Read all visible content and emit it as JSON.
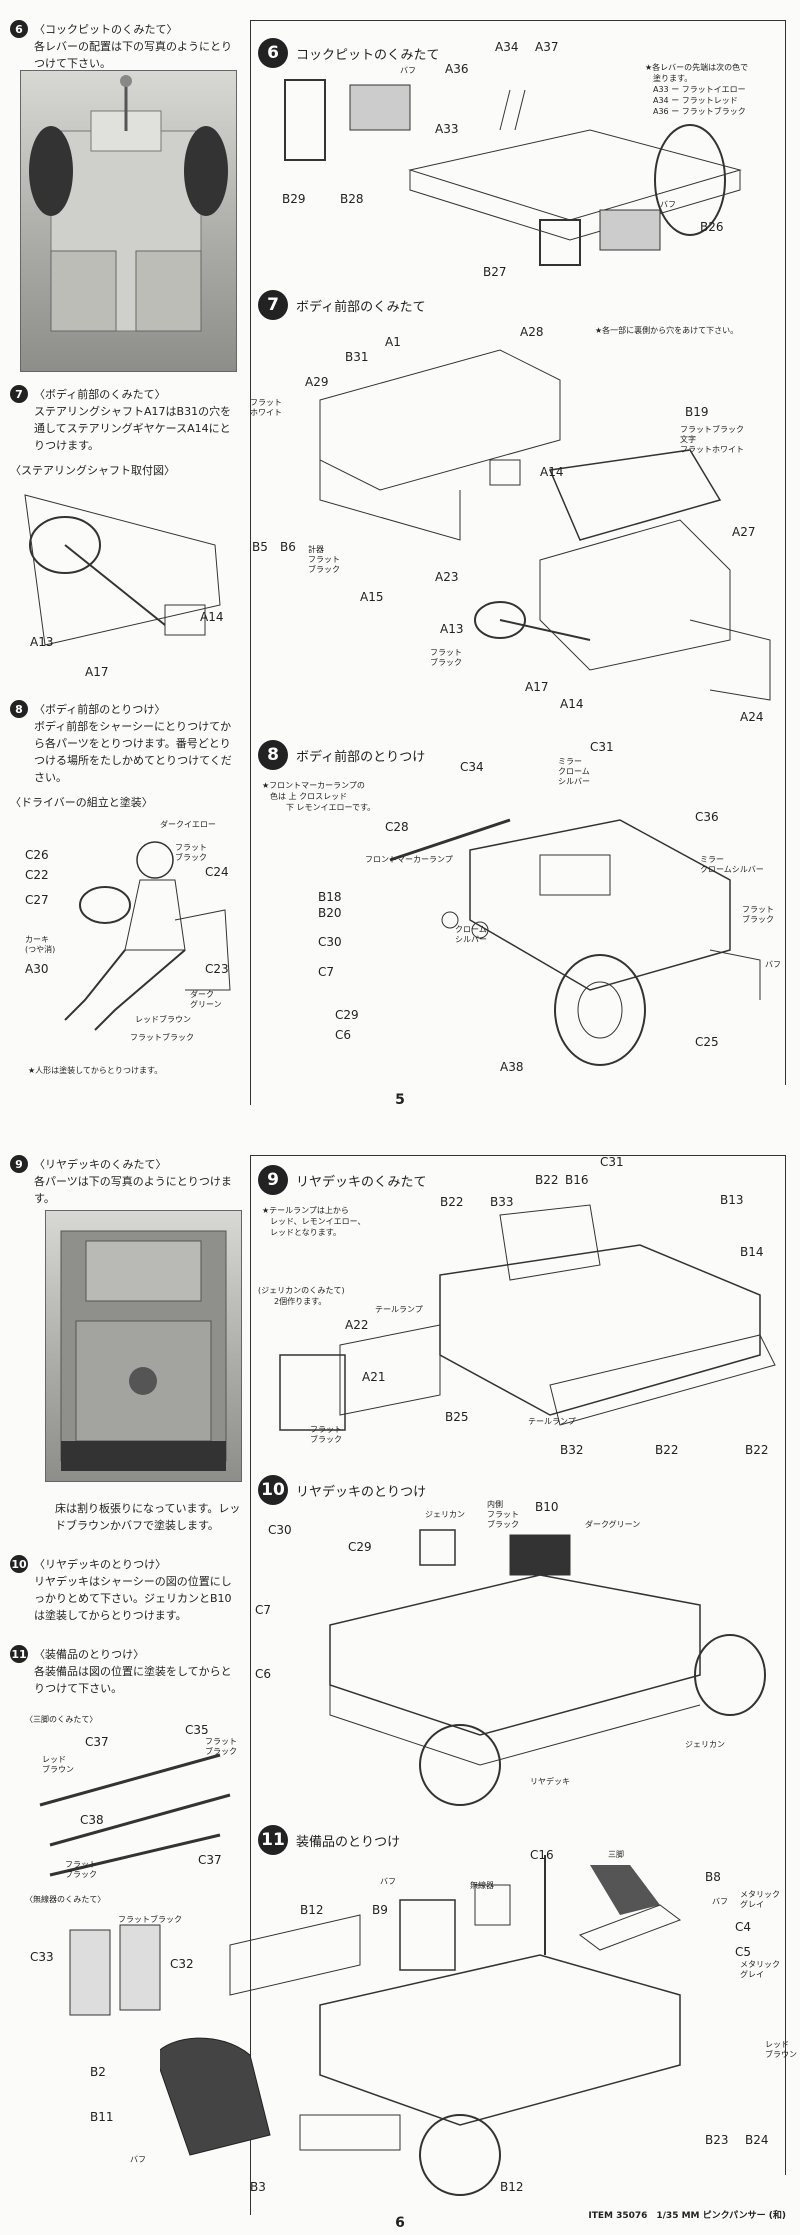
{
  "page5": {
    "page_number": "5",
    "left": {
      "s6": {
        "num": "6",
        "title": "〈コックピットのくみたて〉",
        "text": "各レバーの配置は下の写真のようにとりつけて下さい。"
      },
      "s7": {
        "num": "7",
        "title": "〈ボディ前部のくみたて〉",
        "text": "ステアリングシャフトA17はB31の穴を通してステアリングギヤケースA14にとりつけます。",
        "sub": "〈ステアリングシャフト取付図〉",
        "labels": [
          "A14",
          "A13",
          "A17"
        ]
      },
      "s8": {
        "num": "8",
        "title": "〈ボディ前部のとりつけ〉",
        "text": "ボディ前部をシャーシーにとりつけてから各パーツをとりつけます。番号どとりつける場所をたしかめてとりつけてください。",
        "sub": "〈ドライバーの組立と塗装〉",
        "labels": [
          "C26",
          "C22",
          "C27",
          "A30",
          "C24",
          "C23"
        ],
        "colors": [
          "ダークイエロー",
          "フラット\nブラック",
          "カーキ\n(つや消)",
          "ダーク\nグリーン",
          "レッドブラウン",
          "フラットブラック"
        ],
        "note": "★人形は塗装してからとりつけます。"
      }
    },
    "step6": {
      "num": "6",
      "title": "コックピットのくみたて",
      "labels": [
        "A34",
        "A37",
        "A36",
        "A33",
        "B29",
        "B28",
        "B26",
        "B27"
      ],
      "small": [
        "バフ",
        "バフ"
      ],
      "note": "★各レバーの先端は次の色で\n　塗ります。\n　A33 ー フラットイエロー\n　A34 ー フラットレッド\n　A36 ー フラットブラック"
    },
    "step7": {
      "num": "7",
      "title": "ボディ前部のくみたて",
      "note": "★各一部に裏側から穴をあけて下さい。",
      "labels": [
        "A1",
        "A28",
        "B31",
        "A29",
        "B19",
        "A14",
        "B5",
        "B6",
        "A15",
        "A27",
        "A23",
        "A13",
        "A17",
        "A14",
        "A24"
      ],
      "small": [
        "フラット\nホワイト",
        "計器\nフラット\nブラック",
        "フラットブラック\n文字\nフラットホワイト",
        "フラット\nブラック"
      ]
    },
    "step8": {
      "num": "8",
      "title": "ボディ前部のとりつけ",
      "note": "★フロントマーカーランプの\n　色は 上 クロスレッド\n　　　下 レモンイエローです。",
      "labels": [
        "C31",
        "C34",
        "C36",
        "C28",
        "B18",
        "B20",
        "C30",
        "C7",
        "C29",
        "C6",
        "A38",
        "C25"
      ],
      "small": [
        "ミラー\nクローム\nシルバー",
        "フロントマーカーランプ",
        "クローム\nシルバー",
        "ミラー\nクロームシルバー",
        "フラット\nブラック",
        "バフ"
      ]
    }
  },
  "page6": {
    "page_number": "6",
    "left": {
      "s9": {
        "num": "9",
        "title": "〈リヤデッキのくみたて〉",
        "text": "各パーツは下の写真のようにとりつけます。",
        "caption": "床は割り板張りになっています。レッドブラウンかバフで塗装します。"
      },
      "s10": {
        "num": "10",
        "title": "〈リヤデッキのとりつけ〉",
        "text": "リヤデッキはシャーシーの図の位置にしっかりとめて下さい。ジェリカンとB10は塗装してからとりつけます。"
      },
      "s11": {
        "num": "11",
        "title": "〈装備品のとりつけ〉",
        "text": "各装備品は図の位置に塗装をしてからとりつけて下さい。",
        "sub1": "〈三脚のくみたて〉",
        "sub2": "〈無線器のくみたて〉",
        "labels": [
          "C37",
          "C35",
          "C38",
          "C37",
          "C33",
          "C32"
        ],
        "colors": [
          "レッド\nブラウン",
          "フラット\nブラック",
          "フラット\nブラック",
          "フラットブラック"
        ]
      }
    },
    "step9": {
      "num": "9",
      "title": "リヤデッキのくみたて",
      "note": "★テールランプは上から\n　レッド、レモンイエロー、\n　レッドとなります。",
      "jerry_note": "(ジェリカンのくみたて)\n　　2個作ります。",
      "labels": [
        "C31",
        "B22",
        "B16",
        "B22",
        "B33",
        "B13",
        "B14",
        "A22",
        "A21",
        "B25",
        "B32",
        "B22",
        "B22"
      ],
      "small": [
        "テールランプ",
        "テールランプ",
        "フラット\nブラック"
      ]
    },
    "step10": {
      "num": "10",
      "title": "リヤデッキのとりつけ",
      "labels": [
        "C30",
        "C29",
        "B10",
        "C7",
        "C6"
      ],
      "small": [
        "ジェリカン",
        "内側\nフラット\nブラック",
        "ダークグリーン",
        "リヤデッキ",
        "ジェリカン"
      ]
    },
    "step11": {
      "num": "11",
      "title": "装備品のとりつけ",
      "labels": [
        "C16",
        "B8",
        "B12",
        "B9",
        "C4",
        "C5",
        "B2",
        "B11",
        "B3",
        "B12",
        "B23",
        "B24"
      ],
      "small": [
        "三脚",
        "バフ",
        "無線器",
        "バフ",
        "メタリック\nグレイ",
        "メタリック\nグレイ",
        "レッド\nブラウン",
        "バフ"
      ]
    },
    "footer": "ITEM 35076　1/35 MM ピンクパンサー (和)"
  }
}
